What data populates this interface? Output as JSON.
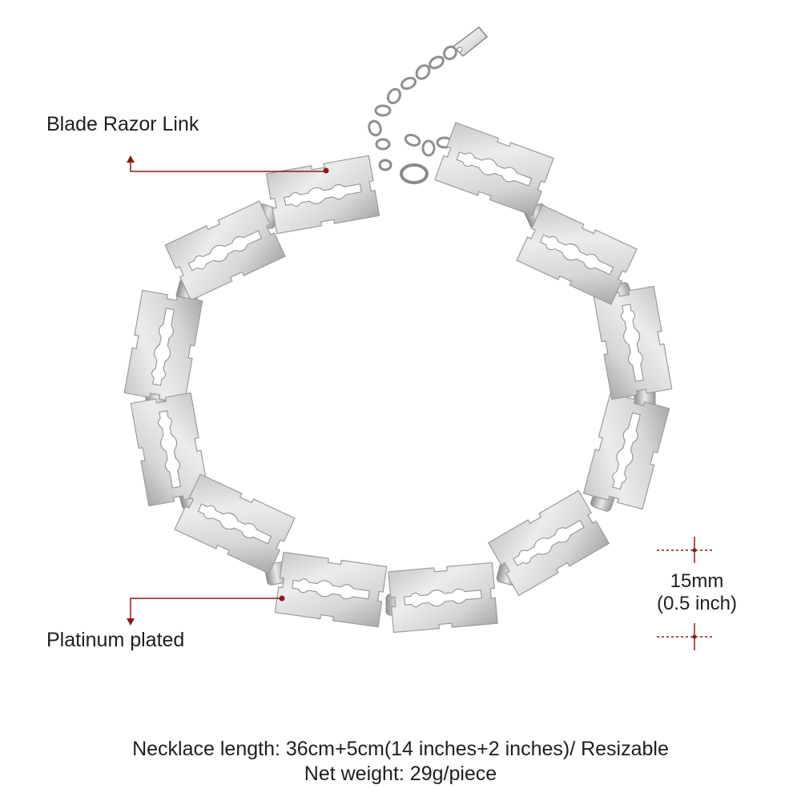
{
  "labels": {
    "blade_link": "Blade Razor Link",
    "plating": "Platinum plated"
  },
  "dimension": {
    "size_mm": "15mm",
    "size_inch": "(0.5 inch)"
  },
  "specs": {
    "length": "Necklace length: 36cm+5cm(14 inches+2 inches)/ Resizable",
    "weight": "Net weight: 29g/piece"
  },
  "colors": {
    "callout_line": "#8b1a1a",
    "metal_light": "#e4e4e4",
    "metal_dark": "#9a9a9a"
  }
}
